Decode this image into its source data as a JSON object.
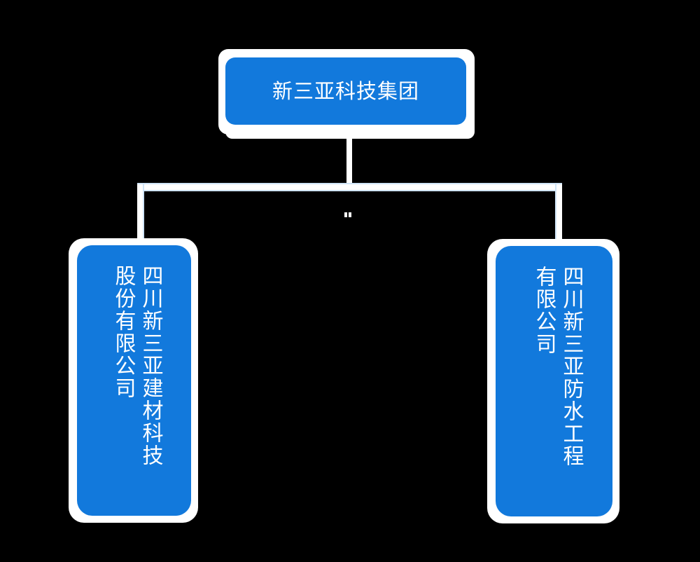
{
  "diagram": {
    "type": "organization-chart",
    "orientation": "top-down",
    "background_color": "#000000",
    "node_fill_color": "#1279DC",
    "node_text_color": "#FFFFFF",
    "connector_color": "#FFFFFF",
    "connector_edge_color": "#CFE4F7"
  },
  "nodes": {
    "root": {
      "label": "新三亚科技集团",
      "orientation": "horizontal"
    },
    "child_left": {
      "label": "四川新三亚建材科技\n股份有限公司",
      "orientation": "vertical-rl"
    },
    "child_right": {
      "label": "四川新三亚防水工程\n有限公司",
      "orientation": "vertical-rl"
    }
  },
  "connectors": [
    {
      "from": "root",
      "to": "bus",
      "kind": "vertical-stub"
    },
    {
      "from": "bus",
      "to": "child_left",
      "kind": "elbow-drop"
    },
    {
      "from": "bus",
      "to": "child_right",
      "kind": "elbow-drop"
    }
  ]
}
